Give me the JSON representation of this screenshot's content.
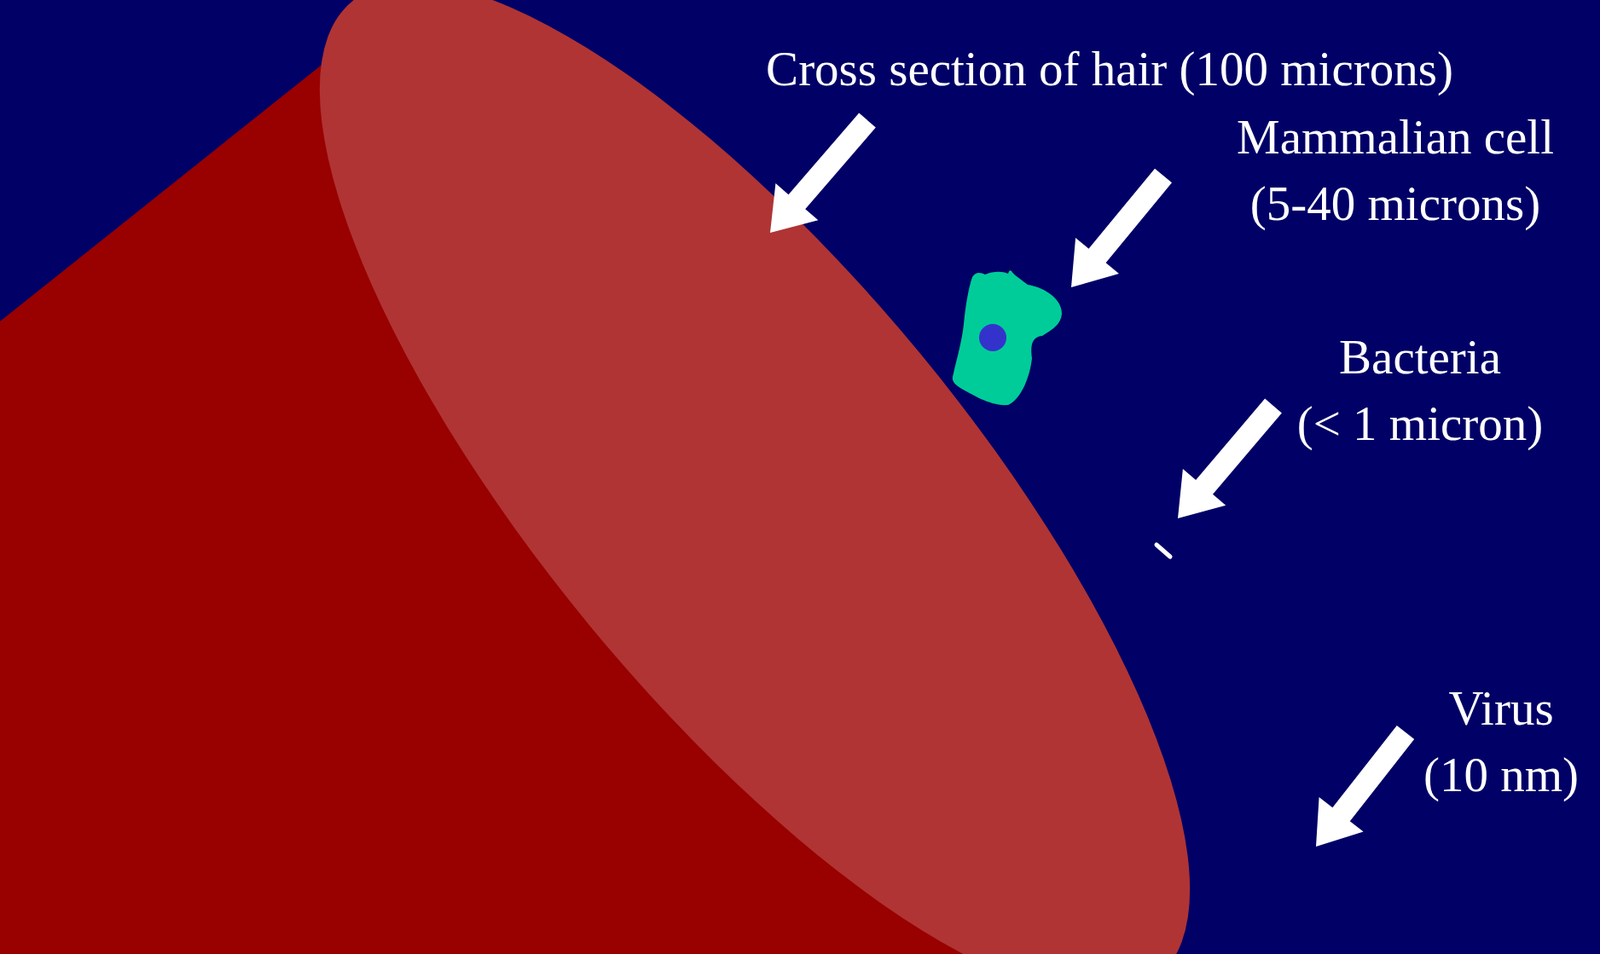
{
  "diagram": {
    "labels": [
      "Cross section of hair (100 microns)",
      "Mammalian cell (5-40 microns)",
      "Bacteria (< 1 micron)",
      "Virus (10 nm)"
    ]
  }
}
